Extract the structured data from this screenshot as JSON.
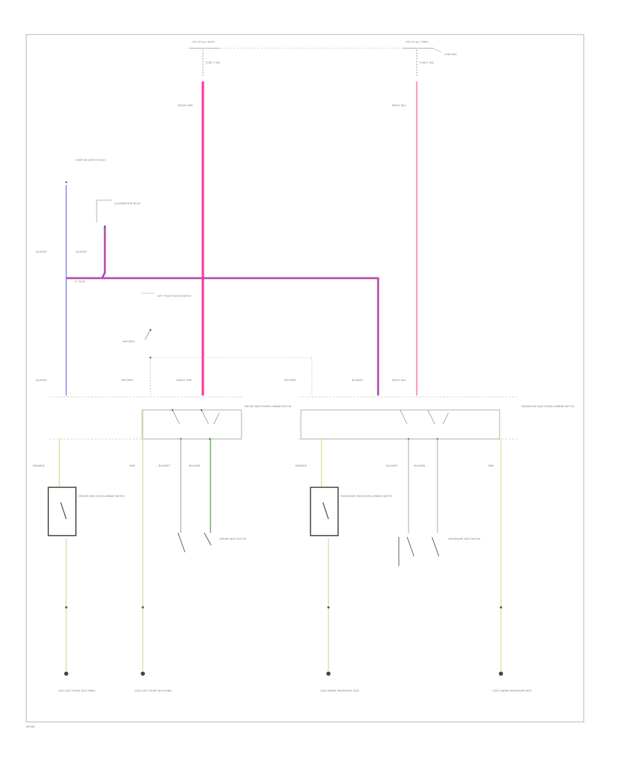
{
  "diagram": {
    "footer_code": "W5560",
    "colors": {
      "pink": "#ff3d9f",
      "light_pink": "#ff9ab0",
      "purple": "#b34aa8",
      "blue": "#8c8cf5",
      "green": "#58b24a",
      "yellow": "#dede9a",
      "gray": "#b4b4b4",
      "dark": "#444444"
    },
    "fuse_left": {
      "label": "HOT AT ALL TIMES",
      "fuse": "FUSE 5 30A"
    },
    "fuse_right": {
      "label": "HOT AT ALL TIMES",
      "fuse": "FUSE 6 30A",
      "box": "FUSE BOX"
    },
    "wires": {
      "red_left": "RED/LT GRN",
      "red_right": "RED/LT BLU",
      "blu_red": "BLU/RED",
      "splice": "S1 S206",
      "wht_red_a": "WHT/RED",
      "wht_red_b": "WHT/RED",
      "red_lt_grn_2": "RED/LT GRN",
      "wht_red_c": "WHT/RED",
      "blu_red_2": "BLU/RED",
      "red_lt_blu_2": "RED/LT BLU",
      "brn_red_l": "BRN/RED",
      "brn_l": "BRN",
      "blu_wht": "BLU/WHT",
      "blu_grn": "BLU/GRN",
      "brn_red_r": "BRN/RED",
      "blu_wht_r": "BLU/WHT",
      "blu_grn_r": "BLU/GRN",
      "brn_r": "BRN"
    },
    "components": {
      "ignition": "IGNITION SWITCH (IGN I)",
      "illum": "ILLUMINATION RELAY",
      "door_switch": "LEFT FRONT DOOR SWITCH",
      "driver_motor": "DRIVER SIDE POWER LUMBAR MOTOR",
      "pass_motor": "PASSENGER SIDE POWER LUMBAR MOTOR",
      "driver_door_sw": "DRIVER SIDE DOOR LUMBAR SWITCH",
      "pass_door_sw": "PASSENGER SIDE DOOR LUMBAR SWITCH",
      "driver_seat": "DRIVER SEAT MOTOR",
      "pass_seat": "PASSENGER SEAT MOTOR"
    },
    "grounds": {
      "g1": "G303 LEFT FRONT KICK PANEL",
      "g2": "G303 LEFT FRONT KICK PANEL",
      "g3": "G303 UNDER PASSENGER SEAT",
      "g4": "G303 UNDER PASSENGER SEAT"
    }
  }
}
